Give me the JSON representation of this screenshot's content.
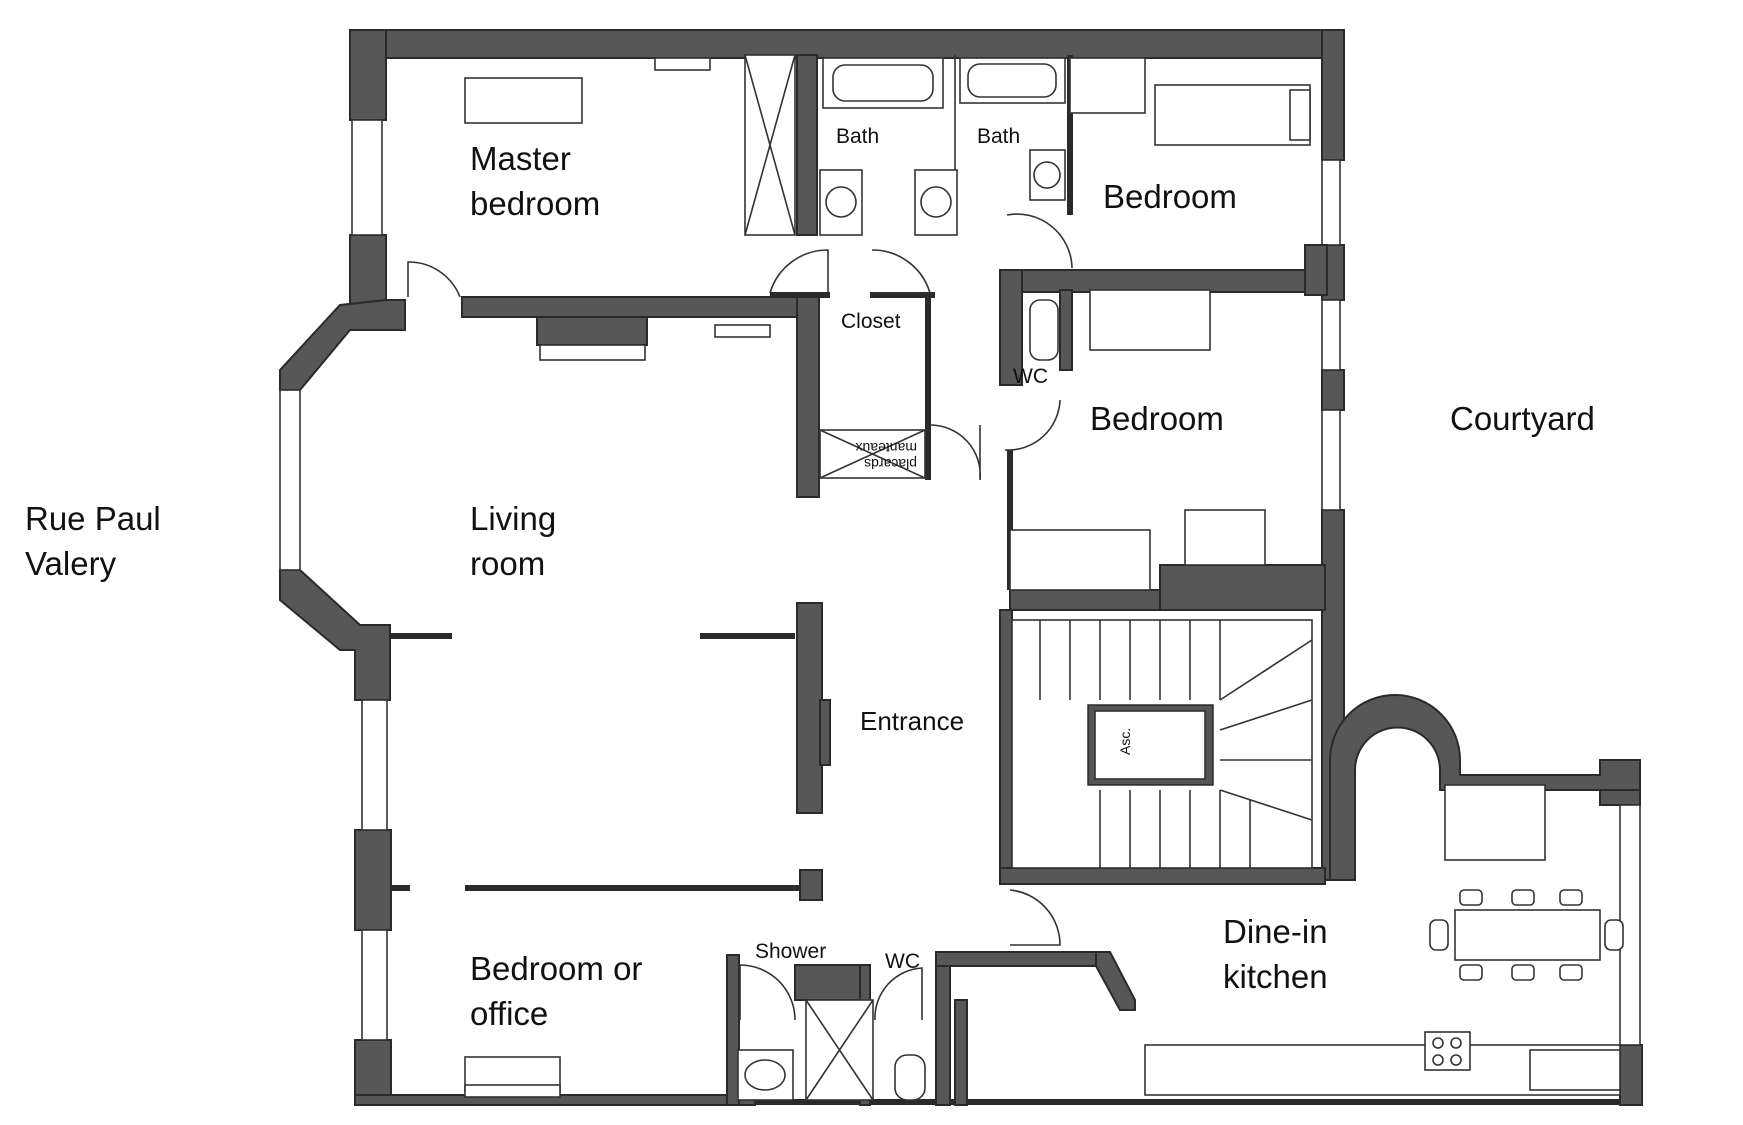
{
  "plan": {
    "street_line1": "Rue Paul",
    "street_line2": "Valery",
    "courtyard": "Courtyard",
    "rooms": {
      "master_bedroom_line1": "Master",
      "master_bedroom_line2": "bedroom",
      "bath_left": "Bath",
      "bath_right": "Bath",
      "bedroom_top_right": "Bedroom",
      "closet": "Closet",
      "wc_upper": "WC",
      "bedroom_middle_right": "Bedroom",
      "living_room_line1": "Living",
      "living_room_line2": "room",
      "entrance": "Entrance",
      "bedroom_office_line1": "Bedroom or",
      "bedroom_office_line2": "office",
      "shower": "Shower",
      "wc_lower": "WC",
      "kitchen_line1": "Dine-in",
      "kitchen_line2": "kitchen"
    },
    "annotations": {
      "placards_line1": "placards",
      "placards_line2": "manteaux",
      "elevator": "Asc."
    }
  }
}
